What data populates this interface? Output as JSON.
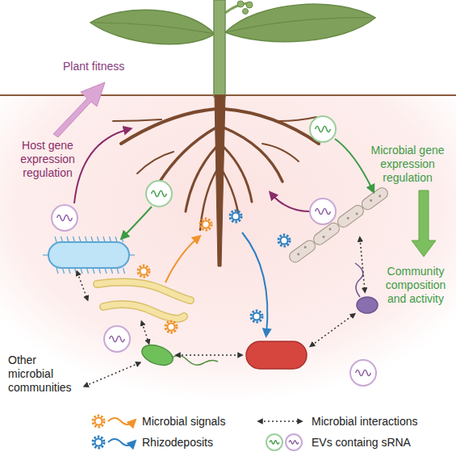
{
  "diagram": {
    "labels": [
      "Plant fitness",
      "Host gene expression regulation",
      "Microbial gene expression regulation",
      "Community composition and activity",
      "Other microbial communities"
    ],
    "legend": [
      {
        "text": "Microbial signals"
      },
      {
        "text": "Rhizodeposits"
      },
      {
        "text": "Microbial interactions"
      },
      {
        "text": "EVs containg sRNA"
      }
    ]
  }
}
